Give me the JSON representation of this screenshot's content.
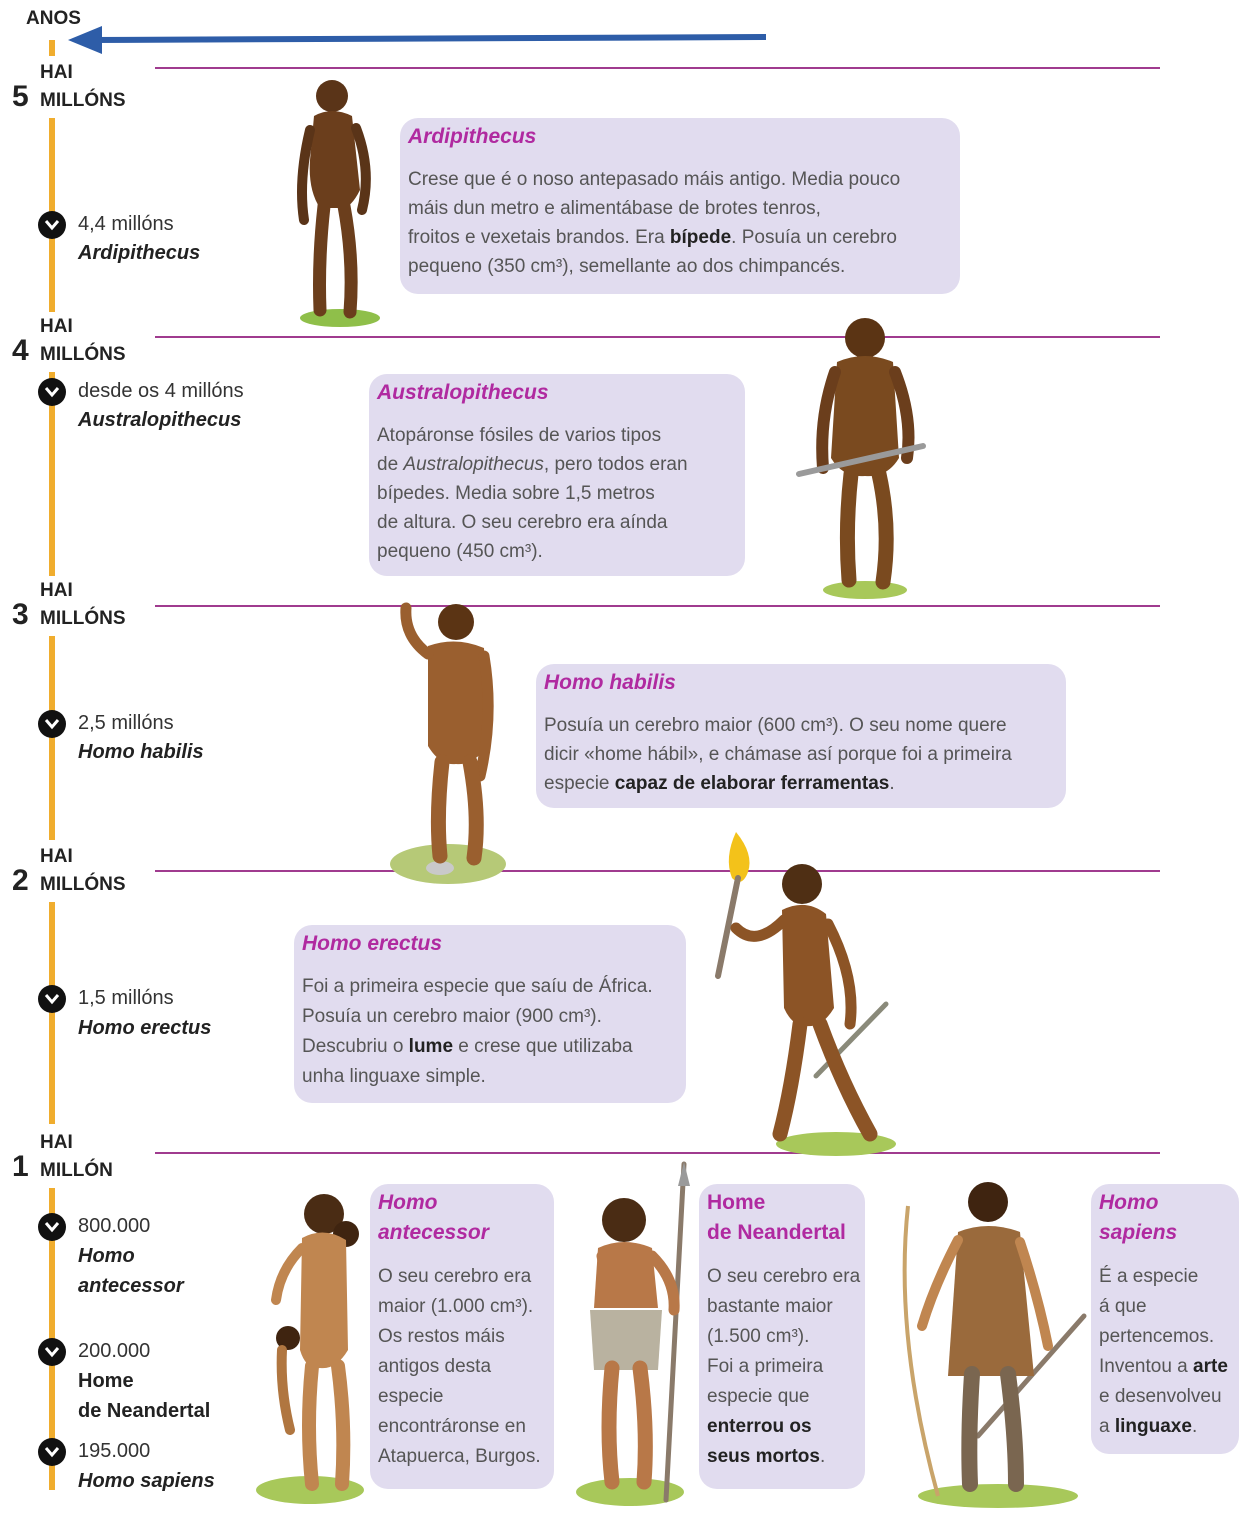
{
  "header": {
    "axis_label": "ANOS"
  },
  "colors": {
    "timeline": "#f0ad2e",
    "divider": "#a03b8f",
    "arrow": "#2e5da8",
    "box_bg": "#e1dcef",
    "title": "#b02aa0"
  },
  "markers": [
    {
      "num": "5",
      "top": "HAI",
      "bottom": "MILLÓNS"
    },
    {
      "num": "4",
      "top": "HAI",
      "bottom": "MILLÓNS"
    },
    {
      "num": "3",
      "top": "HAI",
      "bottom": "MILLÓNS"
    },
    {
      "num": "2",
      "top": "HAI",
      "bottom": "MILLÓNS"
    },
    {
      "num": "1",
      "top": "HAI",
      "bottom": "MILLÓN"
    }
  ],
  "events": [
    {
      "date": "4,4 millóns",
      "name": "Ardipithecus"
    },
    {
      "date": "desde os 4 millóns",
      "name": "Australopithecus"
    },
    {
      "date": "2,5 millóns",
      "name": "Homo habilis"
    },
    {
      "date": "1,5 millóns",
      "name": "Homo erectus"
    },
    {
      "date": "800.000",
      "name1": "Homo",
      "name2": "antecessor"
    },
    {
      "date": "200.000",
      "name1": "Home",
      "name2": "de Neandertal"
    },
    {
      "date": "195.000",
      "name": "Homo sapiens"
    }
  ],
  "boxes": {
    "ardipithecus": {
      "title": "Ardipithecus",
      "l1": "Crese que é o noso antepasado máis antigo. Media pouco",
      "l2": "máis dun metro e alimentábase de brotes tenros,",
      "l3a": "froitos e vexetais brandos. Era ",
      "l3b": "bípede",
      "l3c": ". Posuía un cerebro",
      "l4": "pequeno (350 cm³), semellante ao dos chimpancés."
    },
    "australopithecus": {
      "title": "Australopithecus",
      "l1": "Atopáronse fósiles de varios tipos",
      "l2a": "de ",
      "l2b": "Australopithecus",
      "l2c": ", pero todos eran",
      "l3": "bípedes. Media sobre 1,5 metros",
      "l4": "de altura. O seu cerebro era aínda",
      "l5": "pequeno (450 cm³)."
    },
    "habilis": {
      "title": "Homo habilis",
      "l1": "Posuía un cerebro maior (600 cm³). O seu nome quere",
      "l2": "dicir «home hábil», e chámase así porque foi a primeira",
      "l3a": "especie ",
      "l3b": "capaz de elaborar ferramentas",
      "l3c": "."
    },
    "erectus": {
      "title": "Homo erectus",
      "l1": "Foi a primeira especie que saíu de África.",
      "l2": "Posuía un cerebro maior (900 cm³).",
      "l3a": "Descubriu o ",
      "l3b": "lume",
      "l3c": " e crese que utilizaba",
      "l4": "unha linguaxe simple."
    },
    "antecessor": {
      "title1": "Homo",
      "title2": "antecessor",
      "l1": "O seu cerebro era",
      "l2": "maior (1.000 cm³).",
      "l3": "Os restos máis",
      "l4": "antigos desta",
      "l5": "especie",
      "l6": "encontráronse en",
      "l7": "Atapuerca, Burgos."
    },
    "neandertal": {
      "title1": "Home",
      "title2": "de Neandertal",
      "l1": "O seu cerebro era",
      "l2": "bastante maior",
      "l3": "(1.500 cm³).",
      "l4": "Foi a primeira",
      "l5": "especie que",
      "l6": "enterrou os",
      "l7a": "seus mortos",
      "l7b": "."
    },
    "sapiens": {
      "title1": "Homo",
      "title2": "sapiens",
      "l1": "É a especie",
      "l2": "á que",
      "l3": "pertencemos.",
      "l4a": "Inventou a ",
      "l4b": "arte",
      "l5": "e desenvolveu",
      "l6a": "a ",
      "l6b": "linguaxe",
      "l6c": "."
    }
  }
}
